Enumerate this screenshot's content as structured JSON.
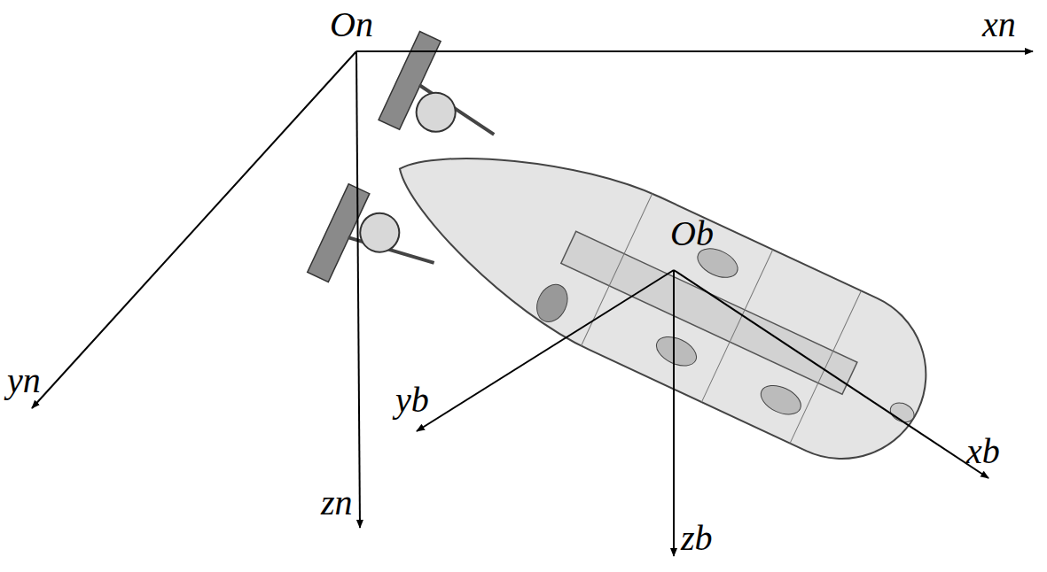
{
  "diagram": {
    "labels": [
      "On",
      "xn",
      "yn",
      "zn",
      "Ob",
      "yb",
      "zb",
      "xb"
    ]
  }
}
